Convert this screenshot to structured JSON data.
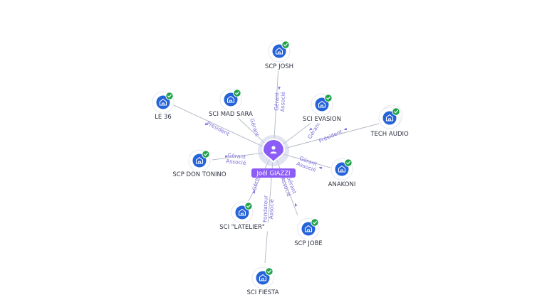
{
  "center": {
    "name": "Joël GIAZZI",
    "icon": "person-icon"
  },
  "companies": [
    {
      "key": "scp-josh",
      "name": "SCP JOSH",
      "roles": [
        "Gérant",
        "Associé"
      ]
    },
    {
      "key": "le-36",
      "name": "LE 36",
      "roles": [
        "Président"
      ]
    },
    {
      "key": "sci-mad-sara",
      "name": "SCI MAD SARA",
      "roles": [
        "Gérant"
      ]
    },
    {
      "key": "sci-evasion",
      "name": "SCI EVASION",
      "roles": [
        "Gérant"
      ]
    },
    {
      "key": "tech-audio",
      "name": "TECH AUDIO",
      "roles": [
        "Président"
      ]
    },
    {
      "key": "scp-don-tonino",
      "name": "SCP DON TONINO",
      "roles": [
        "Gérant",
        "Associé"
      ]
    },
    {
      "key": "anakoni",
      "name": "ANAKONI",
      "roles": [
        "Gérant",
        "Associé"
      ]
    },
    {
      "key": "sci-latelier",
      "name": "SCI \"LATELIER\"",
      "roles": [
        "Gérant"
      ]
    },
    {
      "key": "scp-jobe",
      "name": "SCP JOBE",
      "roles": [
        "Gérant",
        "Associé"
      ]
    },
    {
      "key": "sci-fiesta",
      "name": "SCI FIESTA",
      "roles": [
        "Fondateur",
        "Associé"
      ]
    }
  ],
  "icons": {
    "company": "building-icon",
    "verified": "check-badge-icon"
  },
  "colors": {
    "accent": "#8b5cf6",
    "company": "#2563d9",
    "verified": "#1fa34a",
    "role_text": "#7a6fd8"
  }
}
